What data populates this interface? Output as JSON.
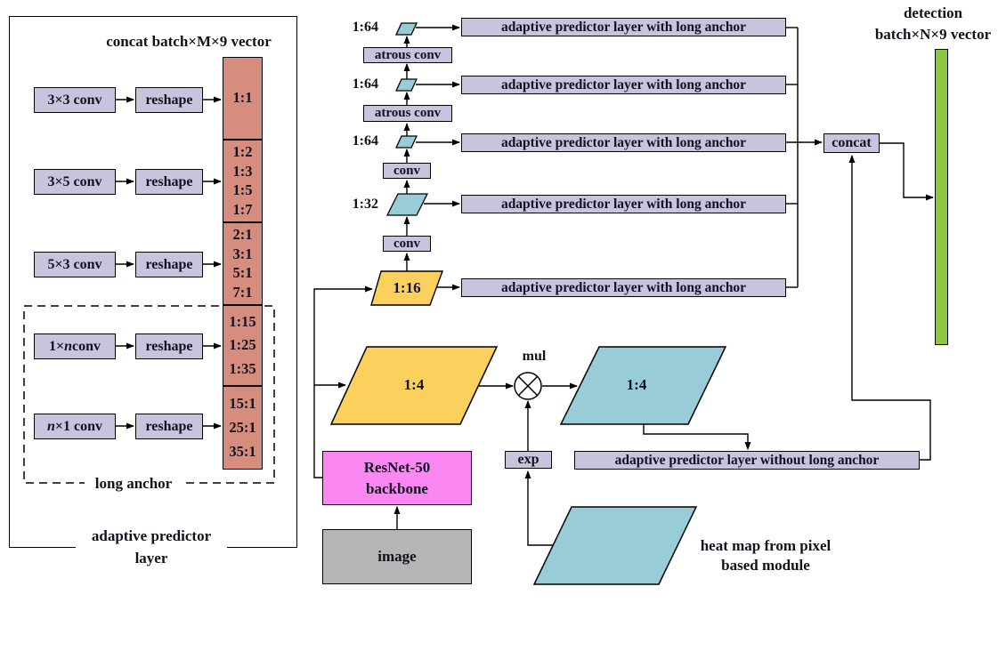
{
  "colors": {
    "lavender": "#c9c3de",
    "salmon": "#d78d7e",
    "yellow": "#fcd05c",
    "cyan": "#97ccd8",
    "pink": "#fa87f2",
    "gray": "#b5b5b5",
    "green": "#8dc63f",
    "ink": "#12121e",
    "line": "#000000"
  },
  "left_panel": {
    "title": "concat batch×M×9 vector",
    "rows": [
      {
        "conv_pre": "3×3 conv",
        "conv_italic": "",
        "conv_post": "",
        "reshape": "reshape"
      },
      {
        "conv_pre": "3×5 conv",
        "conv_italic": "",
        "conv_post": "",
        "reshape": "reshape"
      },
      {
        "conv_pre": "5×3 conv",
        "conv_italic": "",
        "conv_post": "",
        "reshape": "reshape"
      },
      {
        "conv_pre": "1×",
        "conv_italic": "n",
        "conv_post": " conv",
        "reshape": "reshape"
      },
      {
        "conv_pre": "",
        "conv_italic": "n",
        "conv_post": "×1 conv",
        "reshape": "reshape"
      }
    ],
    "anchor_sections": [
      {
        "labels": [
          "1:1"
        ]
      },
      {
        "labels": [
          "1:2",
          "1:3",
          "1:5",
          "1:7"
        ]
      },
      {
        "labels": [
          "2:1",
          "3:1",
          "5:1",
          "7:1"
        ]
      },
      {
        "labels": [
          "1:15",
          "1:25",
          "1:35"
        ]
      },
      {
        "labels": [
          "15:1",
          "25:1",
          "35:1"
        ]
      }
    ],
    "long_anchor": "long anchor",
    "caption_line1": "adaptive predictor",
    "caption_line2": "layer"
  },
  "pyramid": {
    "scales": [
      "1:64",
      "1:64",
      "1:64",
      "1:32",
      "1:16"
    ],
    "atrous": "atrous conv",
    "conv": "conv",
    "predictor_with": "adaptive predictor layer with long anchor",
    "concat": "concat"
  },
  "output": {
    "title_line1": "detection",
    "title_line2": "batch×N×9 vector"
  },
  "bottom": {
    "feature_1_4": "1:4",
    "modulated_1_4": "1:4",
    "mul": "mul",
    "exp": "exp",
    "resnet_line1": "ResNet-50",
    "resnet_line2": "backbone",
    "image": "image",
    "heatmap_line1": "heat map from pixel",
    "heatmap_line2": "based module",
    "predictor_without": "adaptive predictor layer without long anchor"
  }
}
